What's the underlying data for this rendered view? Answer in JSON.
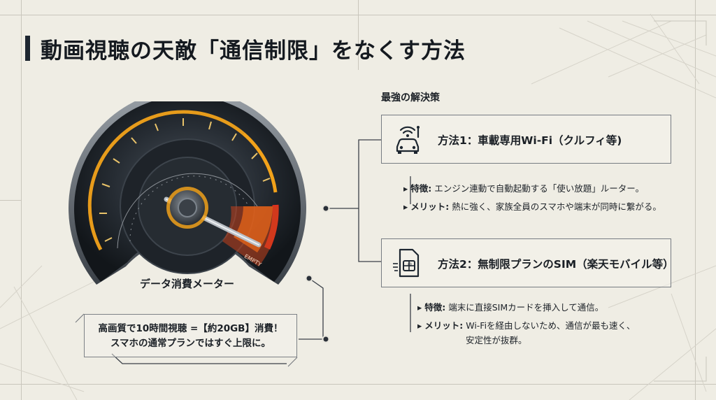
{
  "title": "動画視聴の天敵「通信制限」をなくす方法",
  "gauge": {
    "caption": "データ消費メーター",
    "empty_label": "EMPTY",
    "note_line1": "高画質で10時間視聴 =【約20GB】消費！",
    "note_line2": "スマホの通常プランではすぐ上限に。"
  },
  "solutions": {
    "heading": "最強の解決策",
    "method1": {
      "label": "方法1：車載専用Wi-Fi（クルフィ等)",
      "icon": "car-wifi-icon",
      "feature_label": "特徴:",
      "feature_text": "エンジン連動で自動起動する「使い放題」ルーター。",
      "merit_label": "メリット:",
      "merit_text": "熱に強く、家族全員のスマホや端末が同時に繋がる。"
    },
    "method2": {
      "label": "方法2：無制限プランのSIM（楽天モバイル等）",
      "icon": "sim-card-icon",
      "feature_label": "特徴:",
      "feature_text": "端末に直接SIMカードを挿入して通信。",
      "merit_label": "メリット:",
      "merit_text": "Wi-Fiを経由しないため、通信が最も速く、",
      "merit_text2": "安定性が抜群。"
    }
  },
  "colors": {
    "background": "#efede4",
    "dark": "#1d2630",
    "gauge_orange": "#f2a21a",
    "gauge_red": "#e0301e"
  }
}
